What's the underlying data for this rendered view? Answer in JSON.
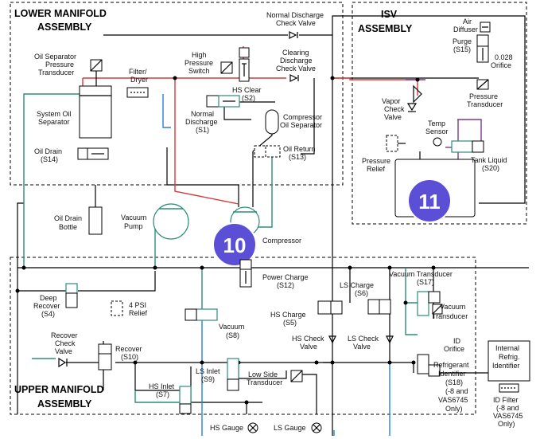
{
  "lower_manifold": {
    "title_line1": "LOWER MANIFOLD",
    "title_line2": "ASSEMBLY"
  },
  "isv": {
    "title_line1": "ISV",
    "title_line2": "ASSEMBLY"
  },
  "upper_manifold": {
    "title_line1": "UPPER MANIFOLD",
    "title_line2": "ASSEMBLY"
  },
  "badges": {
    "compressor_num": "10",
    "tank_num": "11"
  },
  "labels": {
    "normal_discharge_check_l1": "Normal Discharge",
    "normal_discharge_check_l2": "Check Valve",
    "clearing_l1": "Clearing",
    "clearing_l2": "Discharge",
    "clearing_l3": "Check Valve",
    "oil_sep_pt_l1": "Oil Separator",
    "oil_sep_pt_l2": "Pressure",
    "oil_sep_pt_l3": "Transducer",
    "filter_dryer_l1": "Filter/",
    "filter_dryer_l2": "Dryer",
    "high_pressure_switch_l1": "High",
    "high_pressure_switch_l2": "Pressure",
    "high_pressure_switch_l3": "Switch",
    "hs_clear_l1": "HS Clear",
    "hs_clear_l2": "(S2)",
    "normal_discharge_l1": "Normal",
    "normal_discharge_l2": "Discharge",
    "normal_discharge_l3": "(S1)",
    "compressor_oil_sep_l1": "Compressor",
    "compressor_oil_sep_l2": "Oil Separator",
    "system_oil_sep_l1": "System Oil",
    "system_oil_sep_l2": "Separator",
    "oil_drain_l1": "Oil Drain",
    "oil_drain_l2": "(S14)",
    "oil_return_l1": "Oil Return",
    "oil_return_l2": "(S13)",
    "oil_drain_bottle_l1": "Oil Drain",
    "oil_drain_bottle_l2": "Bottle",
    "vacuum_pump_l1": "Vacuum",
    "vacuum_pump_l2": "Pump",
    "compressor": "Compressor",
    "air_diffuser_l1": "Air",
    "air_diffuser_l2": "Diffuser",
    "purge_l1": "Purge",
    "purge_l2": "(S15)",
    "orifice_l1": "0.028",
    "orifice_l2": "Orifice",
    "isv_pt_l1": "Pressure",
    "isv_pt_l2": "Transducer",
    "vapor_check_l1": "Vapor",
    "vapor_check_l2": "Check",
    "vapor_check_l3": "Valve",
    "temp_sensor_l1": "Temp",
    "temp_sensor_l2": "Sensor",
    "pressure_relief_l1": "Pressure",
    "pressure_relief_l2": "Relief",
    "tank_liquid_l1": "Tank Liquid",
    "tank_liquid_l2": "(S20)",
    "power_charge_l1": "Power Charge",
    "power_charge_l2": "(S12)",
    "vacuum_transducer_sol_l1": "Vacuum Transducer",
    "vacuum_transducer_sol_l2": "(S17)",
    "ls_charge_l1": "LS Charge",
    "ls_charge_l2": "(S6)",
    "vacuum_transducer_l1": "Vacuum",
    "vacuum_transducer_l2": "Transducer",
    "deep_recover_l1": "Deep",
    "deep_recover_l2": "Recover",
    "deep_recover_l3": "(S4)",
    "psi_relief_l1": "4 PSI",
    "psi_relief_l2": "Relief",
    "hs_charge_l1": "HS Charge",
    "hs_charge_l2": "(S5)",
    "vacuum_s8_l1": "Vacuum",
    "vacuum_s8_l2": "(S8)",
    "recover_check_l1": "Recover",
    "recover_check_l2": "Check",
    "recover_check_l3": "Valve",
    "recover_l1": "Recover",
    "recover_l2": "(S10)",
    "hs_check_l1": "HS Check",
    "hs_check_l2": "Valve",
    "ls_check_l1": "LS Check",
    "ls_check_l2": "Valve",
    "id_orifice_l1": "ID",
    "id_orifice_l2": "Orifice",
    "refrig_id_l1": "Refrigerant",
    "refrig_id_l2": "Identifier",
    "refrig_id_l3": "(S18)",
    "refrig_id_l4": "(-8 and",
    "refrig_id_l5": "VAS6745",
    "refrig_id_l6": "Only)",
    "internal_refrig_l1": "Internal",
    "internal_refrig_l2": "Refrig.",
    "internal_refrig_l3": "Identifier",
    "id_filter_l1": "ID Filter",
    "id_filter_l2": "(-8 and",
    "id_filter_l3": "VAS6745",
    "id_filter_l4": "Only)",
    "ls_inlet_l1": "LS Inlet",
    "ls_inlet_l2": "(S9)",
    "low_side_l1": "Low Side",
    "low_side_l2": "Transducer",
    "hs_inlet_l1": "HS Inlet",
    "hs_inlet_l2": "(S7)",
    "hs_gauge": "HS Gauge",
    "ls_gauge": "LS Gauge"
  }
}
